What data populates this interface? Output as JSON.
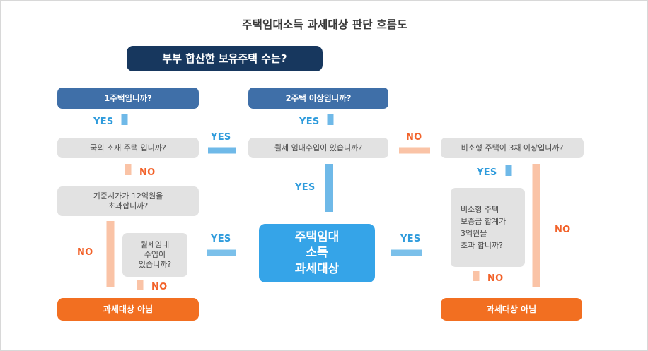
{
  "page": {
    "title": "주택임대소득 과세대상 판단 흐름도"
  },
  "colors": {
    "navy": "#17375e",
    "blue": "#3f6fa8",
    "gray": "#e2e2e2",
    "orange": "#f26f21",
    "cyan": "#35a4e8",
    "yes_label": "#2e9bdc",
    "no_label": "#f2622a",
    "arrow_blue": "#7bc0ea",
    "arrow_salmon": "#fac3a6"
  },
  "nodes": {
    "root": "부부 합산한 보유주택 수는?",
    "one_house": "1주택입니까?",
    "two_or_more": "2주택 이상입니까?",
    "overseas": "국외 소재 주택 입니까?",
    "price_over_12": "기준시가가 12억원을\n초과합니까?",
    "monthly_rent_left": "월세임대\n수입이\n있습니까?",
    "monthly_rent_center": "월세 임대수입이 있습니까?",
    "nonsmall_three": "비소형 주택이 3채 이상입니까?",
    "deposit_over_3": "비소형 주택\n보증금 합계가\n3억원을\n초과 합니까?",
    "taxable": "주택임대\n소득\n과세대상",
    "not_taxable_left": "과세대상 아님",
    "not_taxable_right": "과세대상 아님"
  },
  "labels": {
    "yes_one_house": "YES",
    "yes_two_or_more": "YES",
    "yes_to_center": "YES",
    "no_to_right": "NO",
    "no_overseas": "NO",
    "yes_price": "YES",
    "no_left_long": "NO",
    "no_monthly_left": "NO",
    "yes_center_down": "YES",
    "yes_left_into_target": "YES",
    "yes_right_into_target": "YES",
    "yes_nonsmall": "YES",
    "no_right_long": "NO",
    "no_deposit": "NO"
  }
}
